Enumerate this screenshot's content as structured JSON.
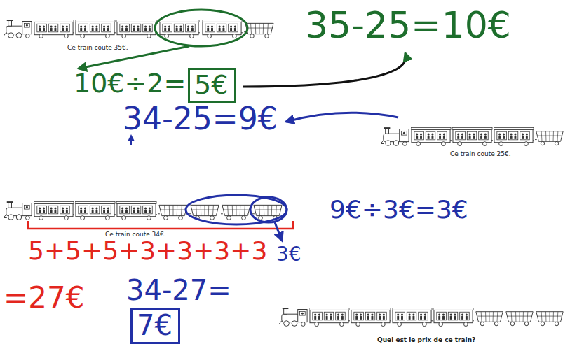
{
  "diagram": {
    "nodes": [
      {
        "text": [
          "5€"
        ]
      },
      {
        "text": [
          "7€"
        ]
      }
    ],
    "labels": [
      "35-25=10€",
      "Ce train coute 35€.",
      "10€÷2=",
      "34-25=9€",
      "Ce train coute 25€.",
      "9€÷3€=3€",
      "Ce train coute 34€.",
      "5+5+5+3+3+3+3",
      "3€",
      "=27€",
      "34-27=",
      "Quel est le prix de ce train?"
    ]
  }
}
